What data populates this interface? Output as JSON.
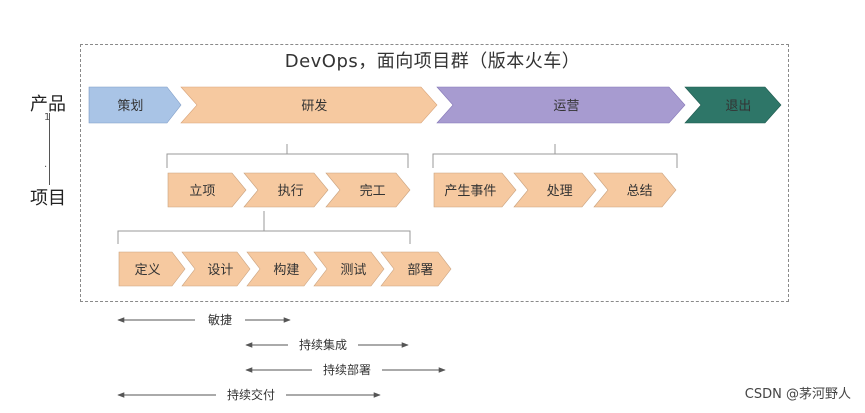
{
  "title": "DevOps，面向项目群（版本火车）",
  "side_labels": {
    "product": "产品",
    "project": "项目"
  },
  "side_marks": {
    "top": "1",
    "bottom": "·"
  },
  "product_stages": [
    {
      "label": "策划",
      "color": "#a9c4e6"
    },
    {
      "label": "研发",
      "color": "#f6c9a0"
    },
    {
      "label": "运营",
      "color": "#a79bd0"
    },
    {
      "label": "退出",
      "color": "#2e7668"
    }
  ],
  "project_phases": [
    {
      "label": "立项",
      "color": "#f6c9a0"
    },
    {
      "label": "执行",
      "color": "#f6c9a0"
    },
    {
      "label": "完工",
      "color": "#f6c9a0"
    },
    {
      "label": "产生事件",
      "color": "#f6c9a0"
    },
    {
      "label": "处理",
      "color": "#f6c9a0"
    },
    {
      "label": "总结",
      "color": "#f6c9a0"
    }
  ],
  "dev_steps": [
    {
      "label": "定义",
      "color": "#f6c9a0"
    },
    {
      "label": "设计",
      "color": "#f6c9a0"
    },
    {
      "label": "构建",
      "color": "#f6c9a0"
    },
    {
      "label": "测试",
      "color": "#f6c9a0"
    },
    {
      "label": "部署",
      "color": "#f6c9a0"
    }
  ],
  "spans": [
    {
      "label": "敏捷"
    },
    {
      "label": "持续集成"
    },
    {
      "label": "持续部署"
    },
    {
      "label": "持续交付"
    }
  ],
  "watermark": "CSDN @茅河野人"
}
